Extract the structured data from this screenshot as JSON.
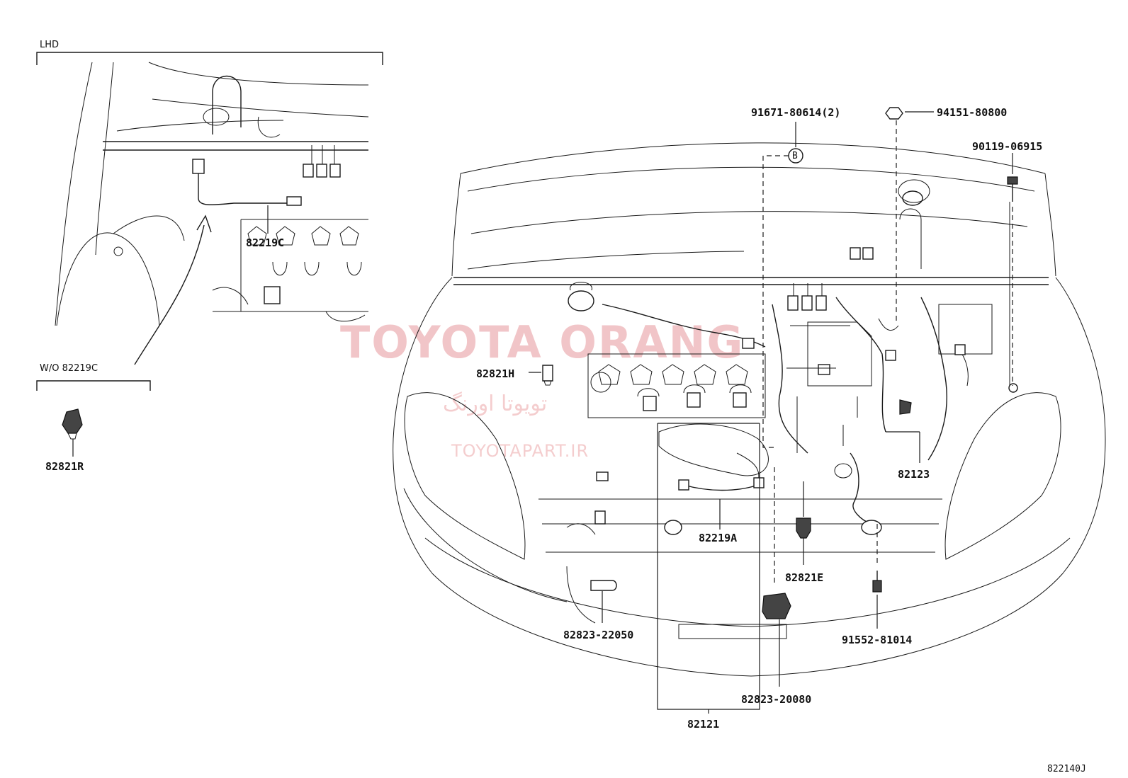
{
  "watermark": {
    "brand": "TOYOTA ORANG",
    "persian": "تویوتا اورنگ",
    "site": "TOYOTAPART.IR"
  },
  "inset_lhd": {
    "header": "LHD",
    "callout": "82219C"
  },
  "inset_wo": {
    "header": "W/O 82219C",
    "callout": "82821R"
  },
  "callouts": {
    "p91671": "91671-80614(2)",
    "ref_b": "B",
    "p94151": "94151-80800",
    "p90119": "90119-06915",
    "p82821h": "82821H",
    "p82123": "82123",
    "p82219a": "82219A",
    "p82821e": "82821E",
    "p82823_22050": "82823-22050",
    "p91552": "91552-81014",
    "p82823_20080": "82823-20080",
    "p82121": "82121"
  },
  "figure_id": "822140J"
}
